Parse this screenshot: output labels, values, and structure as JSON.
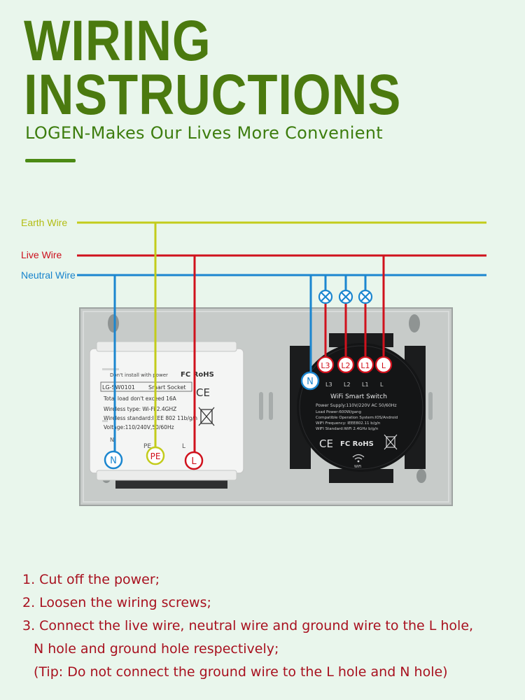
{
  "header": {
    "title_line1": "WIRING",
    "title_line2": "INSTRUCTIONS",
    "subtitle": "LOGEN-Makes Our Lives More Convenient",
    "title_color": "#4b7a0f"
  },
  "wires": {
    "earth": {
      "label": "Earth Wire",
      "color": "#c3cc1b"
    },
    "live": {
      "label": "Live Wire",
      "color": "#d0121d"
    },
    "neutral": {
      "label": "Neutral Wire",
      "color": "#1b86cf"
    }
  },
  "socket": {
    "warning": "Don't install with power",
    "certs": "FC RoHS",
    "model": "LG-SW0101",
    "name": "Smart Socket",
    "ce": "CE",
    "spec1": "Total load don't exceed 16A",
    "spec2": "Wireless type: Wi-Fi 2.4GHZ",
    "spec3": "Wireless standard:IEEE 802 11b/g/n",
    "spec4": "Voltage:110/240V,50/60Hz",
    "term_n_mark": "N",
    "term_pe_mark": "PE",
    "term_l_mark": "L",
    "n_badge": "N",
    "pe_badge": "PE",
    "l_badge": "L"
  },
  "switch": {
    "title": "WiFi Smart Switch",
    "spec1": "Power Supply:110V/220V AC  50/60Hz",
    "spec2": "Load Power:600W/gang",
    "spec3": "Compatible Operation System:IOS/Android",
    "spec4": "WIFI Frequency: IEEE802.11 b/g/n",
    "spec5": "WIFI Standard:WiFi 2.4GHz b/g/n",
    "ce": "CE",
    "certs": "FC RoHS",
    "wifi_text": "WiFi",
    "term_marks": [
      "L3",
      "L2",
      "L1",
      "L"
    ],
    "badges": [
      "L3",
      "L2",
      "L1",
      "L"
    ],
    "n_badge": "N"
  },
  "steps": [
    "1. Cut off the power;",
    "2. Loosen the wiring screws;",
    "3. Connect the live wire, neutral wire and ground wire to the L hole,",
    "N hole and ground hole respectively;",
    "(Tip: Do not connect the ground wire to the L hole and N hole)"
  ]
}
